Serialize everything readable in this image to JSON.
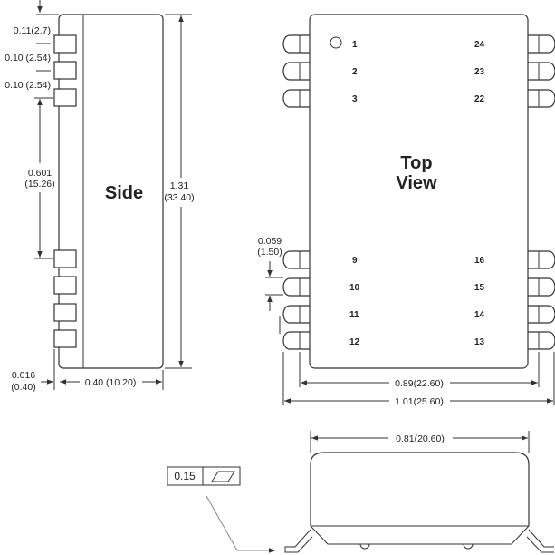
{
  "side_view": {
    "label": "Side",
    "dim_pin1_offset": "0.11(2.7)",
    "dim_pitch_1": "0.10 (2.54)",
    "dim_pitch_2": "0.10 (2.54)",
    "dim_gap_in": "0.601",
    "dim_gap_mm": "(15.26)",
    "dim_length_in": "1.31",
    "dim_length_mm": "(33.40)",
    "dim_standoff_in": "0.016",
    "dim_standoff_mm": "(0.40)",
    "dim_height": "0.40 (10.20)"
  },
  "top_view": {
    "label_line1": "Top",
    "label_line2": "View",
    "left_pins": [
      "1",
      "2",
      "3",
      "9",
      "10",
      "11",
      "12"
    ],
    "right_pins": [
      "24",
      "23",
      "22",
      "16",
      "15",
      "14",
      "13"
    ],
    "dim_pin_width_in": "0.059",
    "dim_pin_width_mm": "(1.50)",
    "dim_inner_width": "0.89(22.60)",
    "dim_outer_width": "1.01(25.60)"
  },
  "front_view": {
    "dim_body_width": "0.81(20.60)",
    "flatness_tolerance": "0.15"
  }
}
